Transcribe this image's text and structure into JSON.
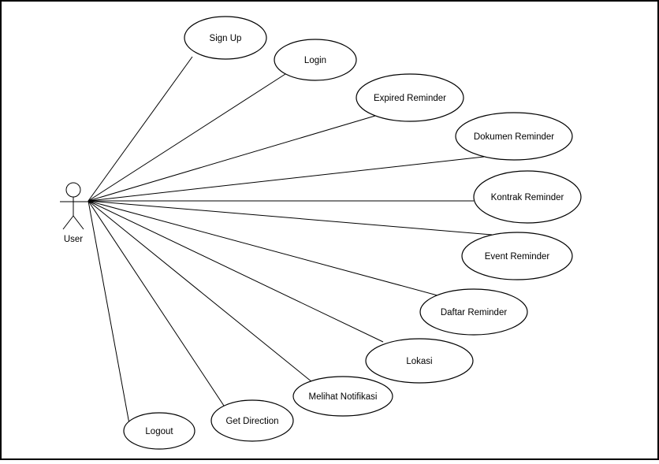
{
  "diagram": {
    "type": "use-case",
    "actor": {
      "label": "User"
    },
    "use_cases": [
      {
        "id": "sign-up",
        "label": "Sign Up"
      },
      {
        "id": "login",
        "label": "Login"
      },
      {
        "id": "expired-reminder",
        "label": "Expired Reminder"
      },
      {
        "id": "dokumen-reminder",
        "label": "Dokumen Reminder"
      },
      {
        "id": "kontrak-reminder",
        "label": "Kontrak Reminder"
      },
      {
        "id": "event-reminder",
        "label": "Event Reminder"
      },
      {
        "id": "daftar-reminder",
        "label": "Daftar Reminder"
      },
      {
        "id": "lokasi",
        "label": "Lokasi"
      },
      {
        "id": "melihat-notifikasi",
        "label": "Melihat Notifikasi"
      },
      {
        "id": "get-direction",
        "label": "Get Direction"
      },
      {
        "id": "logout",
        "label": "Logout"
      }
    ]
  }
}
